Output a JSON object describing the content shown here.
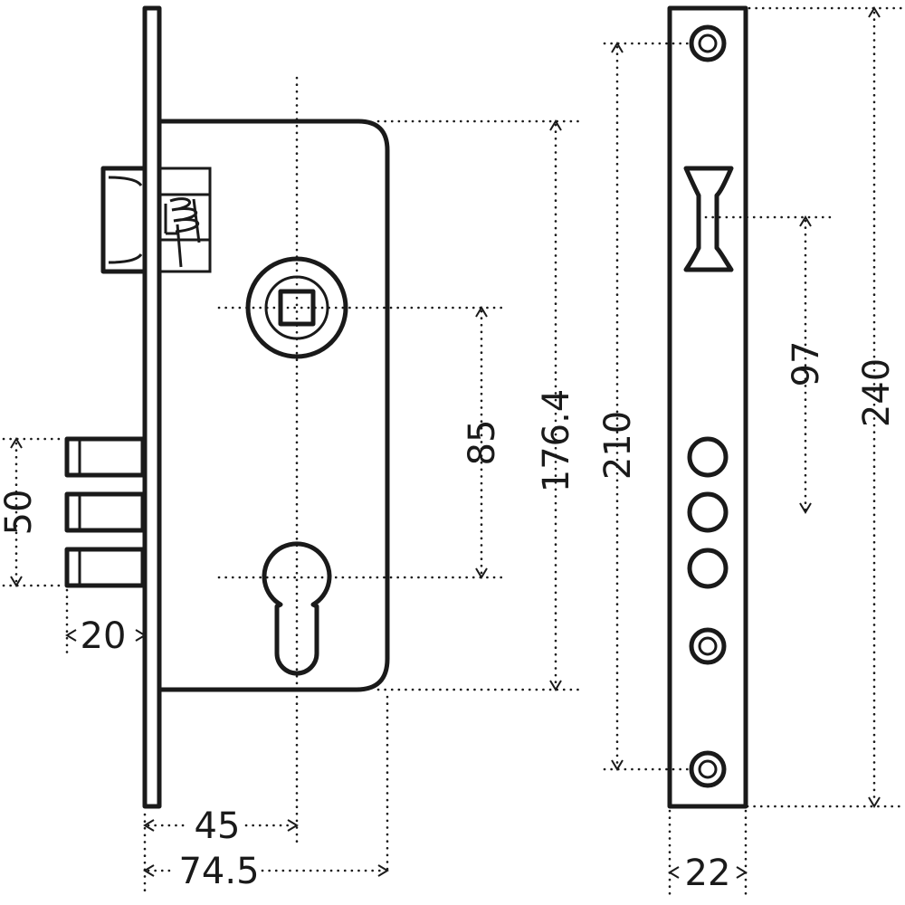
{
  "diagram": {
    "dimensions": {
      "backset": "45",
      "body_width": "74.5",
      "bolt_projection": "20",
      "bolt_group_height": "50",
      "center_distance": "85",
      "case_height": "176.4",
      "screw_spacing": "210",
      "latch_to_bolt": "97",
      "faceplate_height": "240",
      "faceplate_width": "22"
    }
  }
}
